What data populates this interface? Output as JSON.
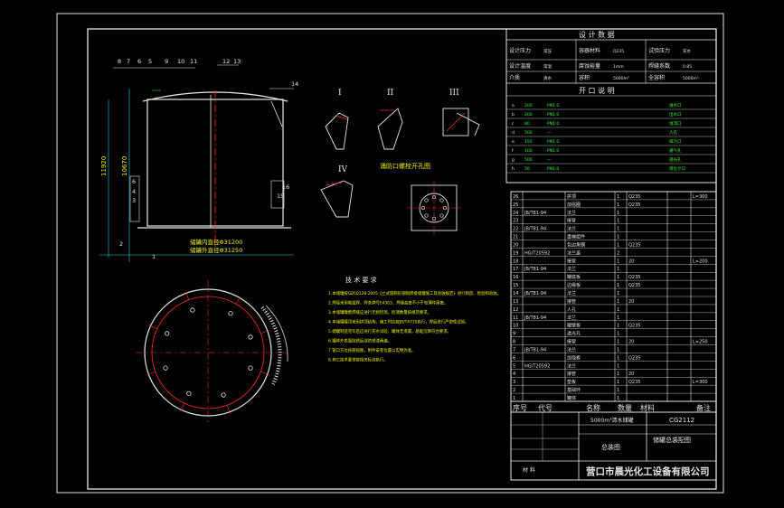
{
  "colors": {
    "background": "#000000",
    "frame": "#e6e6e6",
    "text_yellow": "#f2f200",
    "text_green": "#31ff31",
    "red": "#ff2a2a",
    "cyan": "#25d8e8"
  },
  "views": {
    "section_I": "I",
    "section_II": "II",
    "section_III": "III",
    "section_IV": "IV",
    "plate_title": "涌防口螺栓开孔图",
    "front_callouts": [
      "8",
      "7",
      "6",
      "5",
      "9",
      "10",
      "11",
      "12",
      "13",
      "14"
    ],
    "front_side_callouts": [
      "6",
      "4",
      "3",
      "2",
      "1",
      "16",
      "15"
    ],
    "dim_height": "11920",
    "dim_height2": "10670",
    "bottom_text_1": "储罐内直径Φ31200",
    "bottom_text_2": "储罐外直径Φ31250"
  },
  "tech": {
    "title": "技 术 要 求",
    "lines": [
      "1.本储罐按GB50128-2005《立式圆筒形钢制焊接储罐施工及验收规范》进行制造、检验和验收。",
      "2.焊接采用电弧焊，焊条牌号E4303，焊缝高度不小于较薄件厚度。",
      "3.本储罐罐壁焊缝应进行无损检测，检测数量按规范要求。",
      "4.本储罐罐顶采用拱顶结构，施工时应按JB/T4735执行，焊后进行严密性试验。",
      "5.储罐制造完毕后应进行充水试验，罐体无渗漏，基础沉降符合要求。",
      "6.罐体外表面除锈后涂防锈漆两遍。",
      "7.管口方位按俯视图，附件安装位置以实物为准。",
      "8.其它技术要求按相关标准执行。"
    ]
  },
  "design": {
    "title": "设 计 数 据",
    "row1": [
      "设计压力",
      "常压",
      "容器材料",
      "Q235",
      "试验压力",
      "充水"
    ],
    "row2": [
      "设计温度",
      "常温",
      "腐蚀裕量",
      "1mm",
      "焊缝系数",
      "0.85"
    ],
    "row3": [
      "介质",
      "清水",
      "容积",
      "5000m³",
      "全容积",
      "5000m³"
    ],
    "nozzle_title": "开 口 说 明",
    "nozzle_rows": [
      [
        "a",
        "200",
        "PN1.0",
        "进水口"
      ],
      [
        "b",
        "200",
        "PN1.0",
        "出水口"
      ],
      [
        "c",
        "80",
        "PN1.0",
        "溢流口"
      ],
      [
        "d",
        "500",
        "—",
        "人孔"
      ],
      [
        "e",
        "150",
        "PN1.0",
        "排污口"
      ],
      [
        "f",
        "100",
        "PN1.0",
        "通气孔"
      ],
      [
        "g",
        "500",
        "—",
        "透光孔"
      ],
      [
        "h",
        "50",
        "PN1.0",
        "液位计口"
      ]
    ]
  },
  "parts": {
    "rows": [
      [
        "26",
        "",
        "拱顶",
        "1",
        "Q235",
        "",
        "L=300"
      ],
      [
        "25",
        "",
        "加强圈",
        "1",
        "Q235",
        "",
        ""
      ],
      [
        "24",
        "JB/T81-94",
        "法兰",
        "1",
        "",
        "",
        ""
      ],
      [
        "23",
        "",
        "接管",
        "1",
        "",
        "",
        ""
      ],
      [
        "22",
        "JB/T81-94",
        "法兰",
        "1",
        "",
        "",
        ""
      ],
      [
        "21",
        "",
        "盘梯组件",
        "1",
        "",
        "",
        ""
      ],
      [
        "20",
        "",
        "包边角钢",
        "1",
        "Q235",
        "",
        ""
      ],
      [
        "19",
        "HG/T20592",
        "法兰盖",
        "2",
        "",
        "",
        ""
      ],
      [
        "18",
        "",
        "接管",
        "1",
        "20",
        "",
        "L=200"
      ],
      [
        "17",
        "JB/T81-94",
        "法兰",
        "1",
        "",
        "",
        ""
      ],
      [
        "16",
        "",
        "罐底板",
        "1",
        "Q235",
        "",
        ""
      ],
      [
        "15",
        "",
        "边缘板",
        "1",
        "Q235",
        "",
        ""
      ],
      [
        "14",
        "JB/T81-94",
        "法兰",
        "1",
        "",
        "",
        ""
      ],
      [
        "13",
        "",
        "接管",
        "1",
        "20",
        "",
        ""
      ],
      [
        "12",
        "",
        "人孔",
        "1",
        "",
        "",
        ""
      ],
      [
        "11",
        "JB/T81-94",
        "法兰",
        "1",
        "",
        "",
        ""
      ],
      [
        "10",
        "",
        "罐壁板",
        "1",
        "Q235",
        "",
        ""
      ],
      [
        "9",
        "",
        "透光孔",
        "1",
        "",
        "",
        ""
      ],
      [
        "8",
        "",
        "接管",
        "1",
        "20",
        "",
        "L=250"
      ],
      [
        "7",
        "JB/T81-94",
        "法兰",
        "1",
        "",
        "",
        ""
      ],
      [
        "6",
        "",
        "加强板",
        "1",
        "Q235",
        "",
        ""
      ],
      [
        "5",
        "HG/T20592",
        "法兰",
        "1",
        "",
        "",
        ""
      ],
      [
        "4",
        "",
        "接管",
        "1",
        "20",
        "",
        ""
      ],
      [
        "3",
        "",
        "垫板",
        "1",
        "Q235",
        "",
        "L=300"
      ],
      [
        "2",
        "",
        "基础环",
        "1",
        "",
        "",
        ""
      ],
      [
        "1",
        "",
        "罐体",
        "1",
        "",
        "",
        ""
      ]
    ],
    "header": {
      "no": "序号",
      "code": "代号",
      "name": "名称",
      "qty": "数量",
      "material": "材料",
      "note": "备注"
    }
  },
  "title_block": {
    "drawing_name": "5000m³清水储罐",
    "drawing_no": "CG2112",
    "view_label": "总装图",
    "subtitle": "储罐总装配图",
    "company": "营口市晨光化工设备有限公司",
    "material_label": "材 料"
  }
}
